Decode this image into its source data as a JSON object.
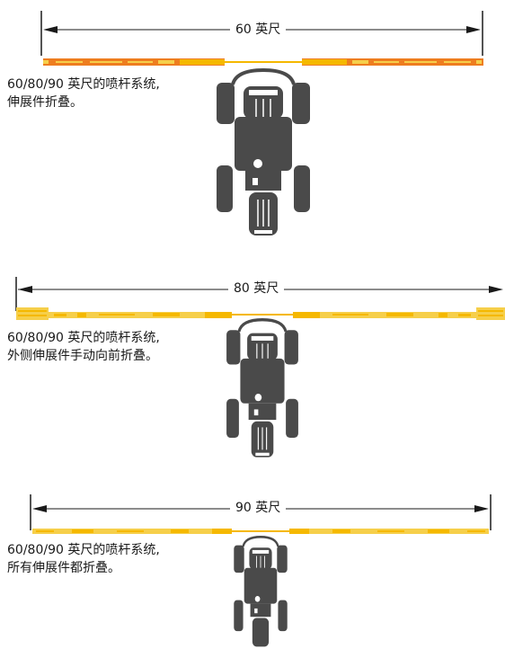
{
  "colors": {
    "boom_orange": "#ee7d1f",
    "boom_yellow": "#f5b800",
    "boom_light_yellow": "#f6cf4a",
    "tractor": "#4a4a4a",
    "dimension_line": "#1a1a1a"
  },
  "panels": [
    {
      "dimension_label": "60 英尺",
      "caption_line1": "60/80/90 英尺的喷杆系统,",
      "caption_line2": "伸展件折叠。",
      "tractor_icon": "tractor-top-view-icon"
    },
    {
      "dimension_label": "80 英尺",
      "caption_line1": "60/80/90 英尺的喷杆系统,",
      "caption_line2": "外侧伸展件手动向前折叠。",
      "tractor_icon": "tractor-top-view-icon"
    },
    {
      "dimension_label": "90 英尺",
      "caption_line1": "60/80/90 英尺的喷杆系统,",
      "caption_line2": "所有伸展件都折叠。",
      "tractor_icon": "tractor-top-view-icon"
    }
  ]
}
